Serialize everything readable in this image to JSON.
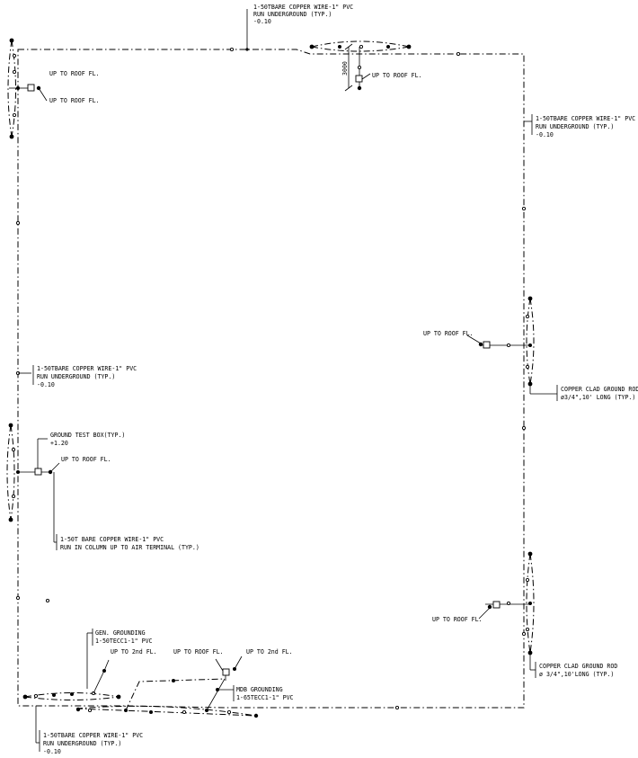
{
  "notes": {
    "top_wire": {
      "line1": "1-50TBARE COPPER WIRE-1\" PVC",
      "line2": "RUN UNDERGROUND (TYP.)",
      "line3": "-0.10"
    },
    "right_wire": {
      "line1": "1-50TBARE COPPER WIRE-1\" PVC",
      "line2": "RUN UNDERGROUND (TYP.)",
      "line3": "-0.10"
    },
    "left_wire": {
      "line1": "1-50TBARE COPPER WIRE-1\" PVC",
      "line2": "RUN UNDERGROUND (TYP.)",
      "line3": "-0.10"
    },
    "bottom_wire": {
      "line1": "1-50TBARE COPPER WIRE-1\" PVC",
      "line2": "RUN UNDERGROUND (TYP.)",
      "line3": "-0.10"
    },
    "column_wire": {
      "line1": "1-50T BARE COPPER WIRE-1\" PVC",
      "line2": "RUN IN COLUMN UP TO AIR TERMINAL (TYP.)"
    },
    "ground_test_box": {
      "line1": "GROUND TEST BOX(TYP.)",
      "line2": "+1.20"
    },
    "rod_mid": {
      "line1": "COPPER CLAD GROUND ROD",
      "line2": "ø3/4\",10' LONG (TYP.)"
    },
    "rod_low": {
      "line1": "COPPER CLAD GROUND ROD",
      "line2": "ø 3/4\",10'LONG (TYP.)"
    },
    "gen_grounding": {
      "line1": "GEN. GROUNDING",
      "line2": "1-50TECC1-1\" PVC"
    },
    "mdb_grounding": {
      "line1": "MDB GROUNDING",
      "line2": "1-65TECC1-1\" PVC"
    }
  },
  "labels": {
    "up_roof_nw": "UP TO ROOF FL.",
    "up_roof_top": "UP TO ROOF FL.",
    "up_roof_east": "UP TO ROOF FL.",
    "up_roof_west": "UP TO ROOF FL.",
    "up_roof_se": "UP TO ROOF FL.",
    "up_roof_bottom": "UP TO ROOF FL.",
    "up_2nd_left": "UP TO 2nd FL.",
    "up_2nd_right": "UP TO 2nd FL.",
    "dimension": "3000"
  }
}
